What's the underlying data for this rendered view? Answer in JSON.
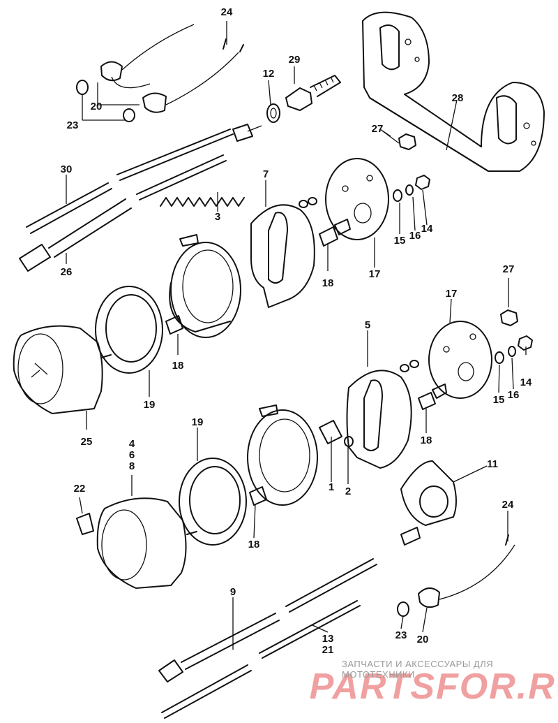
{
  "callouts": {
    "p1": "1",
    "p2": "2",
    "p3": "3",
    "p5": "5",
    "p7": "7",
    "p9": "9",
    "p11": "11",
    "p12": "12",
    "p13_21": "13\n21",
    "p14a": "14",
    "p14b": "14",
    "p15a": "15",
    "p15b": "15",
    "p16a": "16",
    "p16b": "16",
    "p17a": "17",
    "p17b": "17",
    "p18a": "18",
    "p18b": "18",
    "p18c": "18",
    "p18d": "18",
    "p19a": "19",
    "p19b": "19",
    "p20a": "20",
    "p20b": "20",
    "p22": "22",
    "p23a": "23",
    "p23b": "23",
    "p24a": "24",
    "p24b": "24",
    "p25": "25",
    "p26": "26",
    "p27a": "27",
    "p27b": "27",
    "p28": "28",
    "p29": "29",
    "p30": "30",
    "p4_6_8": "4\n6\n8"
  },
  "watermark": {
    "tagline": "ЗАПЧАСТИ И АКСЕССУАРЫ ДЛЯ МОТОТЕХНИКИ",
    "logo": "PARTSFOR.RU",
    "logo_color": "#f0a0a0"
  },
  "colors": {
    "ink": "#111111",
    "background": "#ffffff"
  }
}
